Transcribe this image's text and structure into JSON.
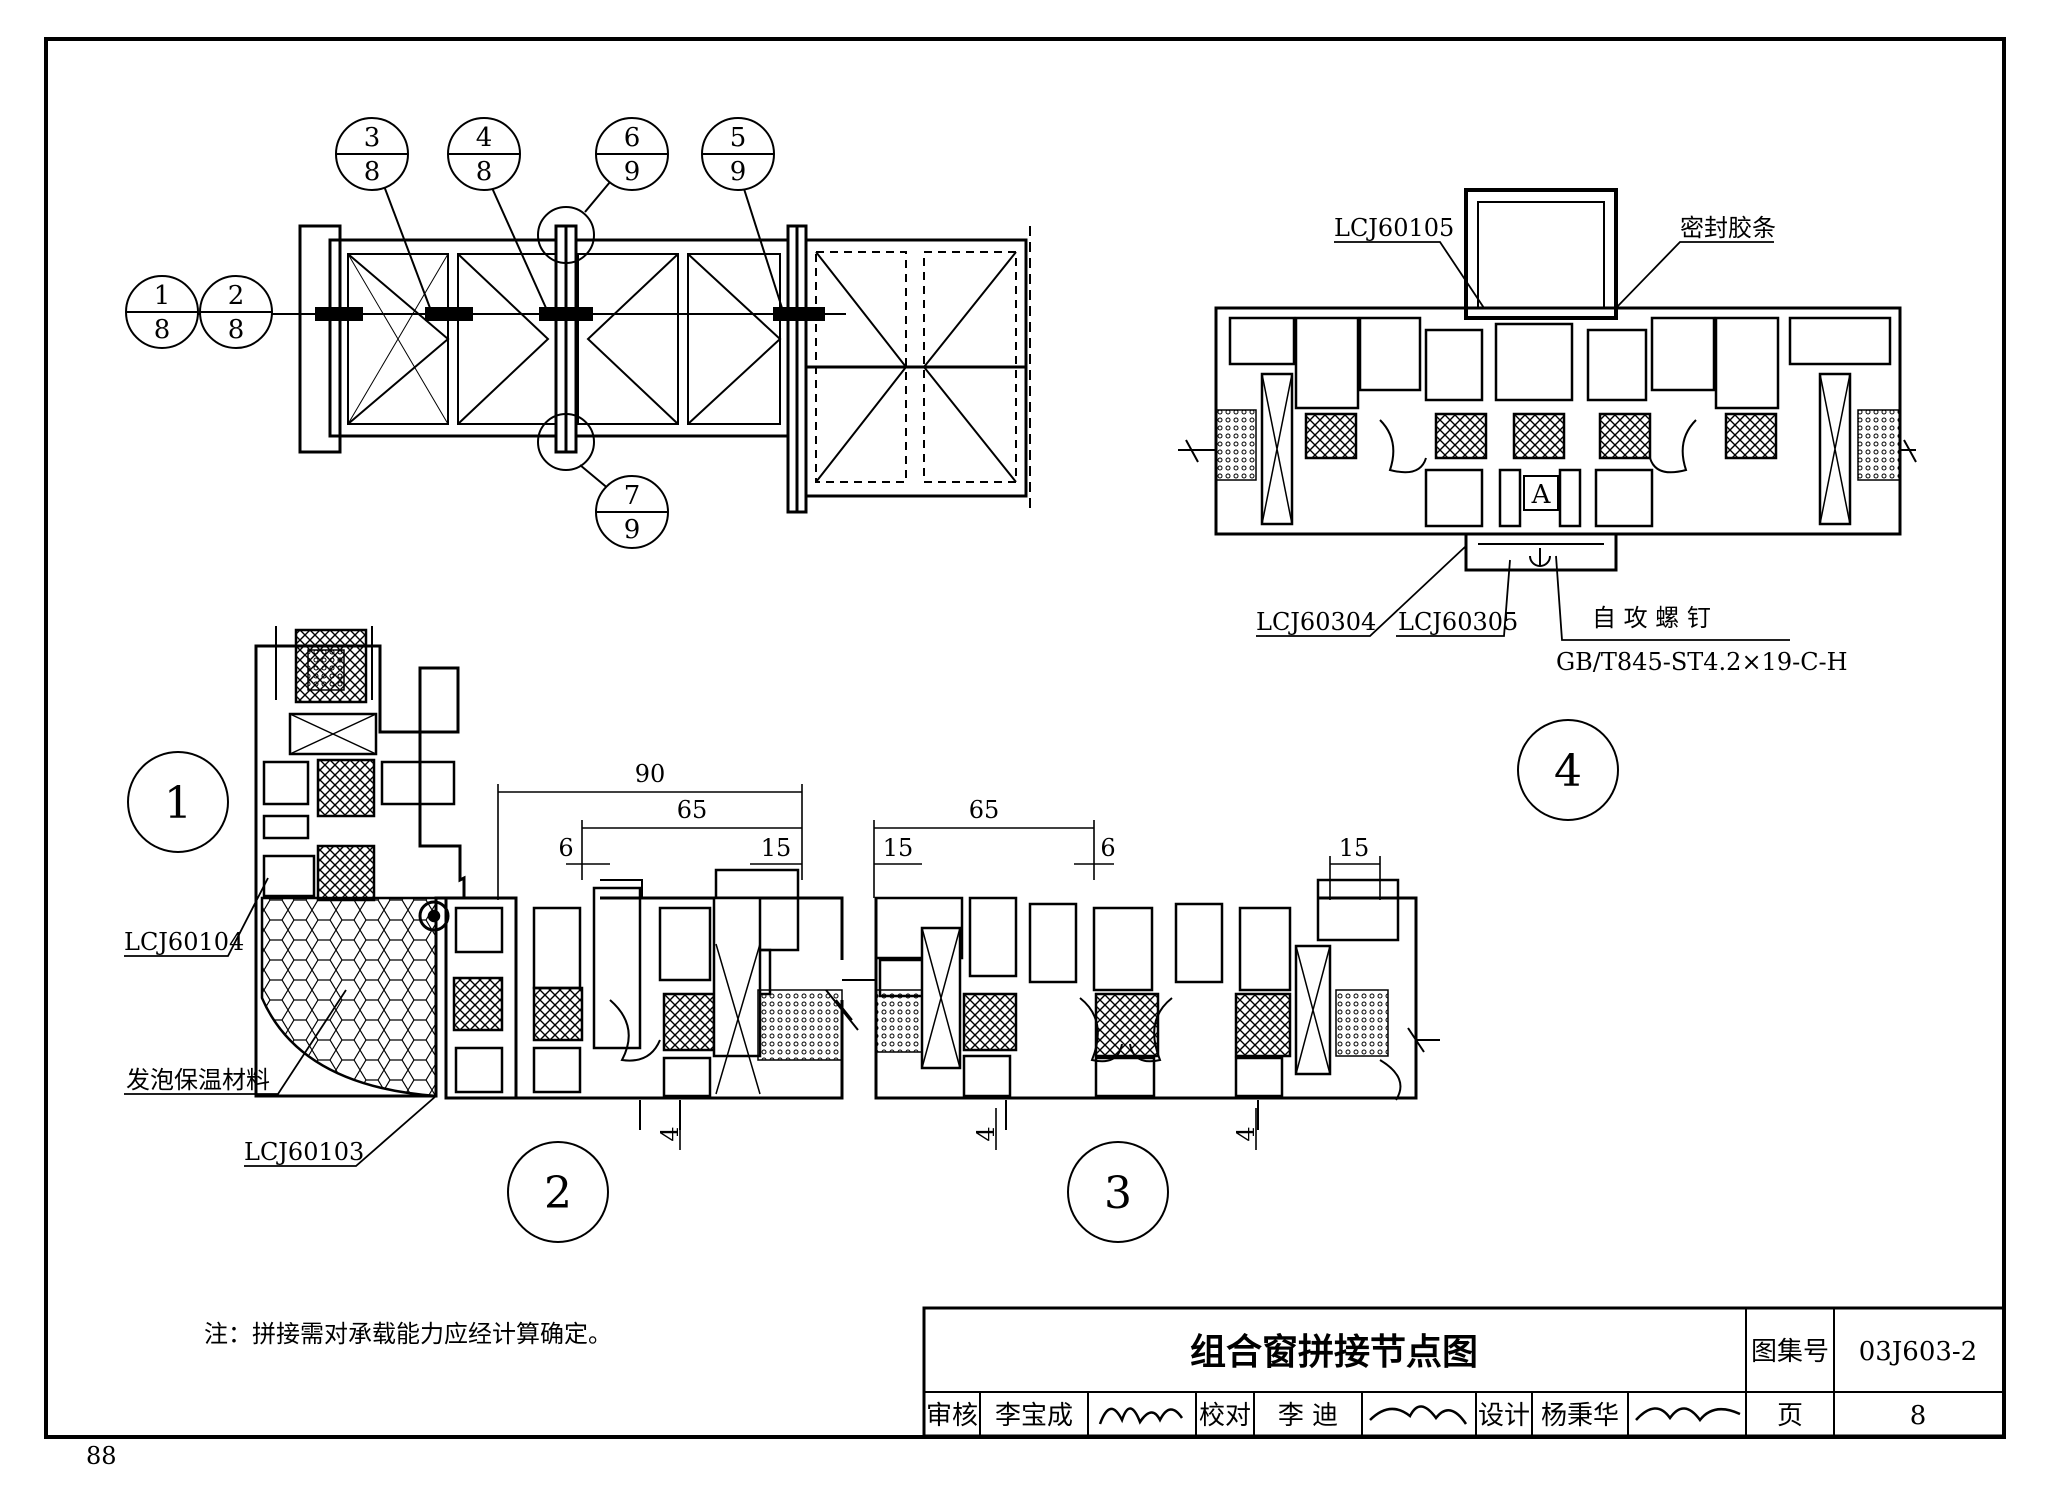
{
  "page_number": "88",
  "note": "注：拼接需对承载能力应经计算确定。",
  "title_block": {
    "title": "组合窗拼接节点图",
    "atlas_label": "图集号",
    "atlas_no": "03J603-2",
    "review_label": "审核",
    "reviewer": "李宝成",
    "check_label": "校对",
    "checker": "李  迪",
    "design_label": "设计",
    "designer": "杨秉华",
    "page_label": "页",
    "page_no": "8"
  },
  "elevation_refs": [
    {
      "num": "3",
      "den": "8"
    },
    {
      "num": "4",
      "den": "8"
    },
    {
      "num": "6",
      "den": "9"
    },
    {
      "num": "5",
      "den": "9"
    },
    {
      "num": "1",
      "den": "8"
    },
    {
      "num": "2",
      "den": "8"
    },
    {
      "num": "7",
      "den": "9"
    }
  ],
  "detail_numbers": [
    "1",
    "2",
    "3",
    "4"
  ],
  "labels": {
    "lcj60105": "LCJ60105",
    "seal_strip": "密封胶条",
    "lcj60304": "LCJ60304",
    "lcj60305": "LCJ60305",
    "screw_name": "自  攻  螺  钉",
    "screw_spec": "GB/T845-ST4.2×19-C-H",
    "mark_a": "A",
    "lcj60104": "LCJ60104",
    "foam": "发泡保温材料",
    "lcj60103": "LCJ60103"
  },
  "dimensions": {
    "d90": "90",
    "d65_left": "65",
    "d6_left": "6",
    "d15_left": "15",
    "d65_right": "65",
    "d15_mid": "15",
    "d6_right": "6",
    "d15_right": "15",
    "d4_a": "4",
    "d4_b": "4",
    "d4_c": "4"
  }
}
